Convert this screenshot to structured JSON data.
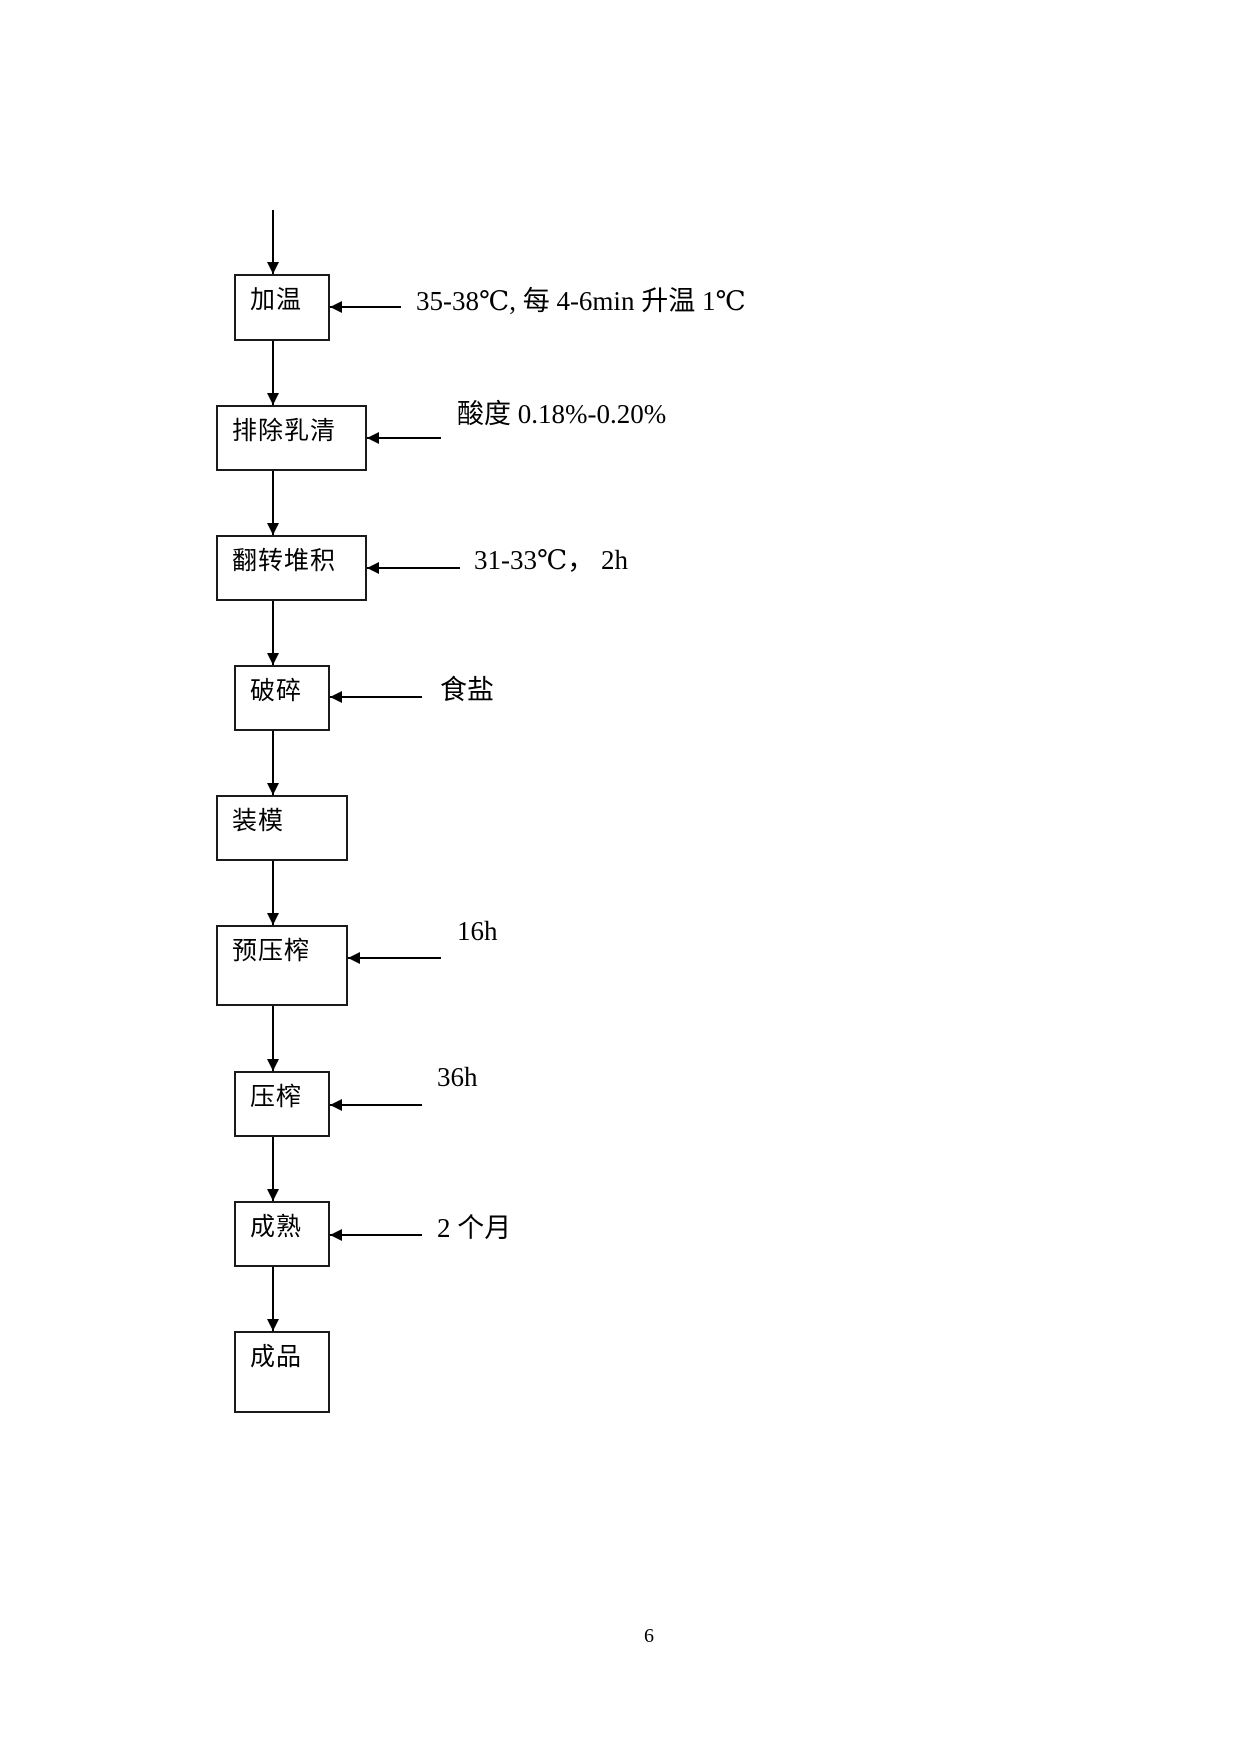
{
  "flowchart": {
    "steps": [
      {
        "label": "加温",
        "note": "35-38℃, 每 4-6min 升温 1℃"
      },
      {
        "label": "排除乳清",
        "note": "酸度 0.18%-0.20%"
      },
      {
        "label": "翻转堆积",
        "note": "31-33℃， 2h"
      },
      {
        "label": "破碎",
        "note": "食盐"
      },
      {
        "label": "装模",
        "note": ""
      },
      {
        "label": "预压榨",
        "note": "16h"
      },
      {
        "label": "压榨",
        "note": "36h"
      },
      {
        "label": "成熟",
        "note": "2 个月"
      },
      {
        "label": "成品",
        "note": ""
      }
    ]
  },
  "footer": {
    "page_number": "6"
  },
  "colors": {
    "line": "#000000",
    "background": "#ffffff"
  }
}
